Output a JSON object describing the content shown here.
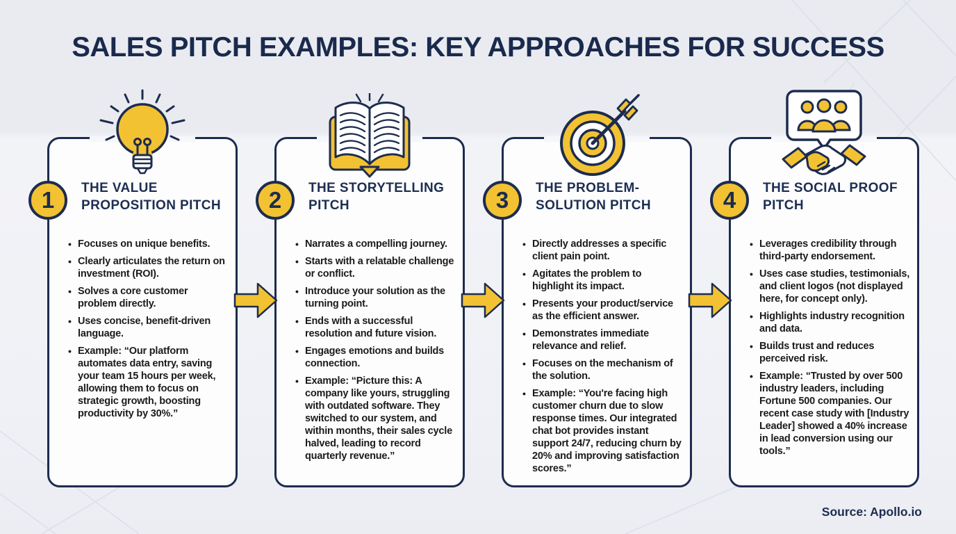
{
  "title": "SALES PITCH EXAMPLES: KEY APPROACHES FOR SUCCESS",
  "source": "Source: Apollo.io",
  "colors": {
    "navy": "#1D2C4E",
    "yellow": "#F2C233",
    "page_background": "#EDEFF4",
    "card_background": "#FDFDFE",
    "body_text": "#1B1B1B"
  },
  "cards": [
    {
      "number": "1",
      "icon": "lightbulb-icon",
      "title": "THE VALUE PROPOSITION PITCH",
      "bullets": [
        "Focuses on unique benefits.",
        "Clearly articulates the return on investment (ROI).",
        "Solves a core customer problem directly.",
        "Uses concise, benefit-driven language.",
        "Example: “Our platform automates data entry, saving your team 15 hours per week, allowing them to focus on strategic growth, boosting productivity by 30%.”"
      ]
    },
    {
      "number": "2",
      "icon": "open-book-icon",
      "title": "THE STORYTELLING PITCH",
      "bullets": [
        "Narrates a compelling journey.",
        "Starts with a relatable challenge or conflict.",
        "Introduce your solution as the turning point.",
        "Ends with a successful resolution and future vision.",
        "Engages emotions and builds connection.",
        "Example: “Picture this: A company like yours, struggling with outdated software. They switched to our system, and within months, their sales cycle halved, leading to record quarterly revenue.”"
      ]
    },
    {
      "number": "3",
      "icon": "target-arrow-icon",
      "title": "THE PROBLEM-SOLUTION PITCH",
      "bullets": [
        "Directly addresses a specific client pain point.",
        "Agitates the problem to highlight its impact.",
        "Presents your product/service as the efficient answer.",
        "Demonstrates immediate relevance and relief.",
        "Focuses on the mechanism of the solution.",
        "Example: “You're facing high customer churn due to slow response times. Our integrated chat bot provides instant support 24/7, reducing churn by 20% and improving satisfaction scores.”"
      ]
    },
    {
      "number": "4",
      "icon": "social-proof-handshake-icon",
      "title": "THE SOCIAL PROOF PITCH",
      "bullets": [
        "Leverages credibility through third-party endorsement.",
        "Uses case studies, testimonials, and client logos (not displayed here, for concept only).",
        "Highlights industry recognition and data.",
        "Builds trust and reduces perceived risk.",
        "Example: “Trusted by over 500 industry leaders, including Fortune 500 companies. Our recent case study with [Industry Leader] showed a 40% increase in lead conversion using our tools.”"
      ]
    }
  ]
}
